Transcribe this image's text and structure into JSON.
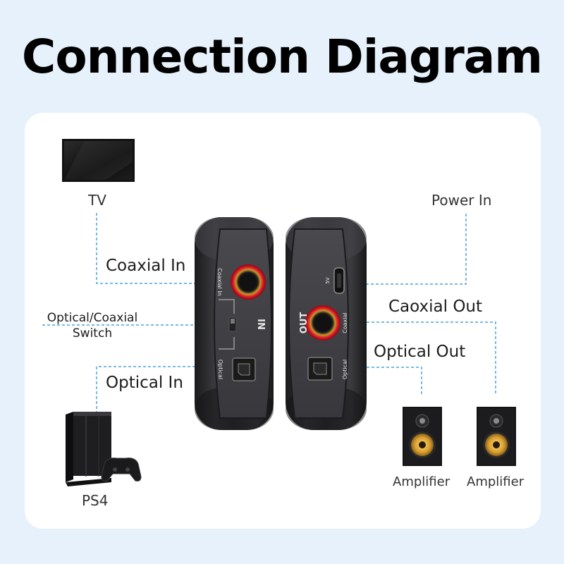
{
  "title": "Connection Diagram",
  "labels": {
    "tv": "TV",
    "power_in": "Power In",
    "coaxial_in": "Coaxial In",
    "switch_line1": "Optical/Coaxial",
    "switch_line2": "Switch",
    "optical_in": "Optical In",
    "caoxial_out": "Caoxial Out",
    "optical_out": "Optical Out",
    "ps4": "PS4",
    "amplifier_left": "Amplifier",
    "amplifier_right": "Amplifier"
  },
  "device_markings": {
    "coaxial_in": "Coaxial In",
    "in": "IN",
    "optical_left": "Optical",
    "5v": "5V",
    "out": "OUT",
    "coaxial_right": "Coaxial",
    "optical_right": "Optical"
  },
  "colors": {
    "background": "#e6f1fb",
    "card": "#ffffff",
    "connector_line": "#4aa3df",
    "device_body": "#2b2b2e",
    "rca_ring": "#e0142a"
  },
  "icons": [
    "tv-icon",
    "ps4-console-icon",
    "controller-icon",
    "speaker-icon",
    "rca-jack-icon",
    "toslink-port-icon",
    "usb-port-icon"
  ]
}
